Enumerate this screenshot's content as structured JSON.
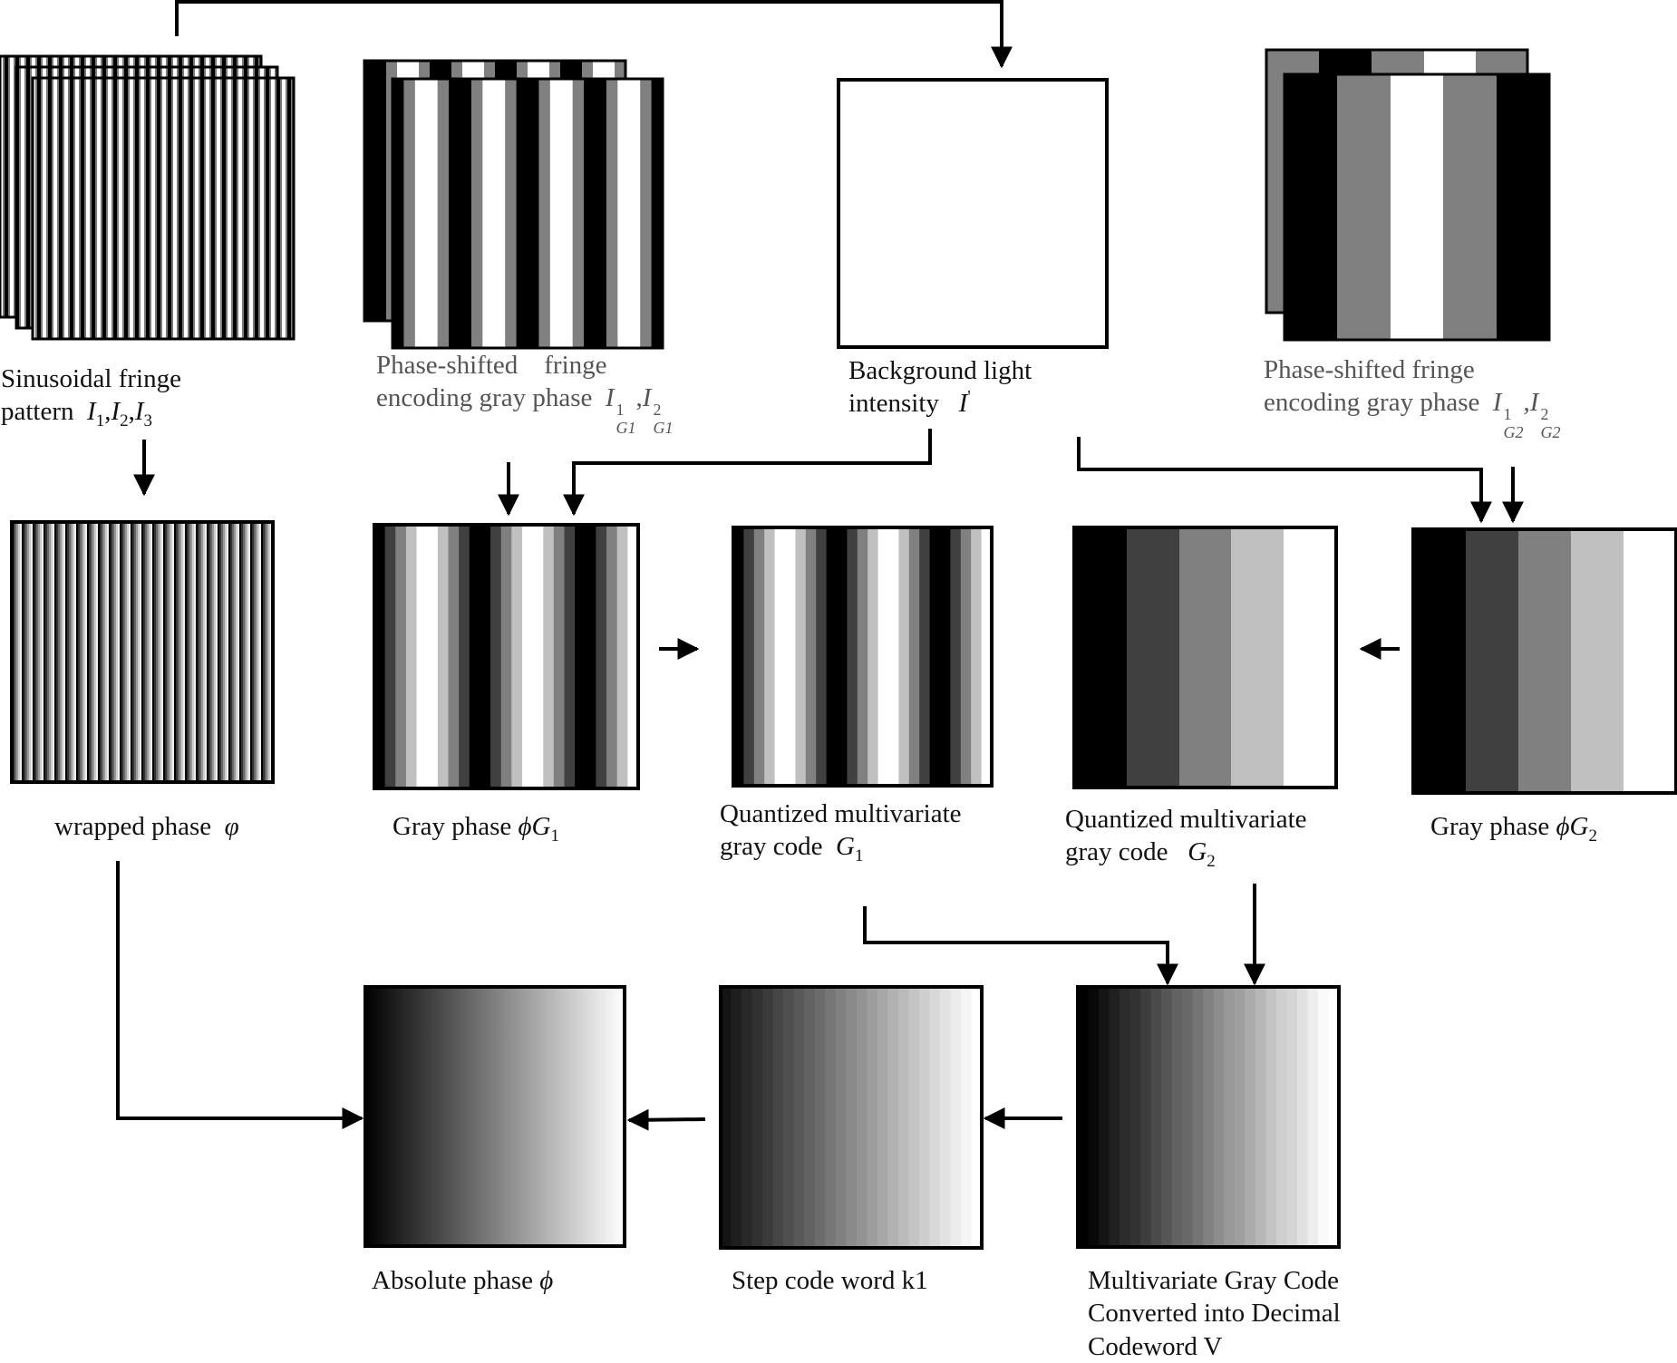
{
  "colors": {
    "ink": "#000000",
    "label_gray": "#555555",
    "label_dark": "#111111"
  },
  "panels": {
    "sinusoidal": {
      "caption_line1": "Sinusoidal fringe",
      "caption_line2": "pattern",
      "sym_I": "I",
      "sub_1": "1",
      "sub_2": "2",
      "sub_3": "3",
      "comma": ","
    },
    "phase_shift_g1": {
      "caption_line1a": "Phase-shifted",
      "caption_line1b": "fringe",
      "caption_line2": "encoding gray phase",
      "sym_I": "I",
      "sup_1": "1",
      "sup_2": "2",
      "sub_g": "G1",
      "comma": ","
    },
    "background": {
      "caption_line1": "Background light",
      "caption_line2": "intensity",
      "sym": "I",
      "prime": "'"
    },
    "phase_shift_g2": {
      "caption_line1": "Phase-shifted fringe",
      "caption_line2": "encoding gray phase",
      "sym_I": "I",
      "sup_1": "1",
      "sup_2": "2",
      "sub_g": "G2",
      "comma": ","
    },
    "wrapped": {
      "caption": "wrapped phase",
      "sym": "φ"
    },
    "gray_phase_1": {
      "caption": "Gray phase",
      "sym": "ϕ",
      "sym_G": "G",
      "sub": "1"
    },
    "quant_g1": {
      "caption_line1": "Quantized multivariate",
      "caption_line2": "gray code",
      "sym_G": "G",
      "sub": "1"
    },
    "quant_g2": {
      "caption_line1": "Quantized multivariate",
      "caption_line2": "gray code",
      "sym_G": "G",
      "sub": "2"
    },
    "gray_phase_2": {
      "caption": "Gray phase",
      "sym": "ϕ",
      "sym_G": "G",
      "sub": "2"
    },
    "absolute": {
      "caption": "Absolute phase",
      "sym": "ϕ"
    },
    "step_code": {
      "caption": "Step code word k1"
    },
    "multivariate": {
      "caption_line1": "Multivariate Gray Code",
      "caption_line2": "Converted into Decimal",
      "caption_line3": "Codeword V"
    }
  }
}
